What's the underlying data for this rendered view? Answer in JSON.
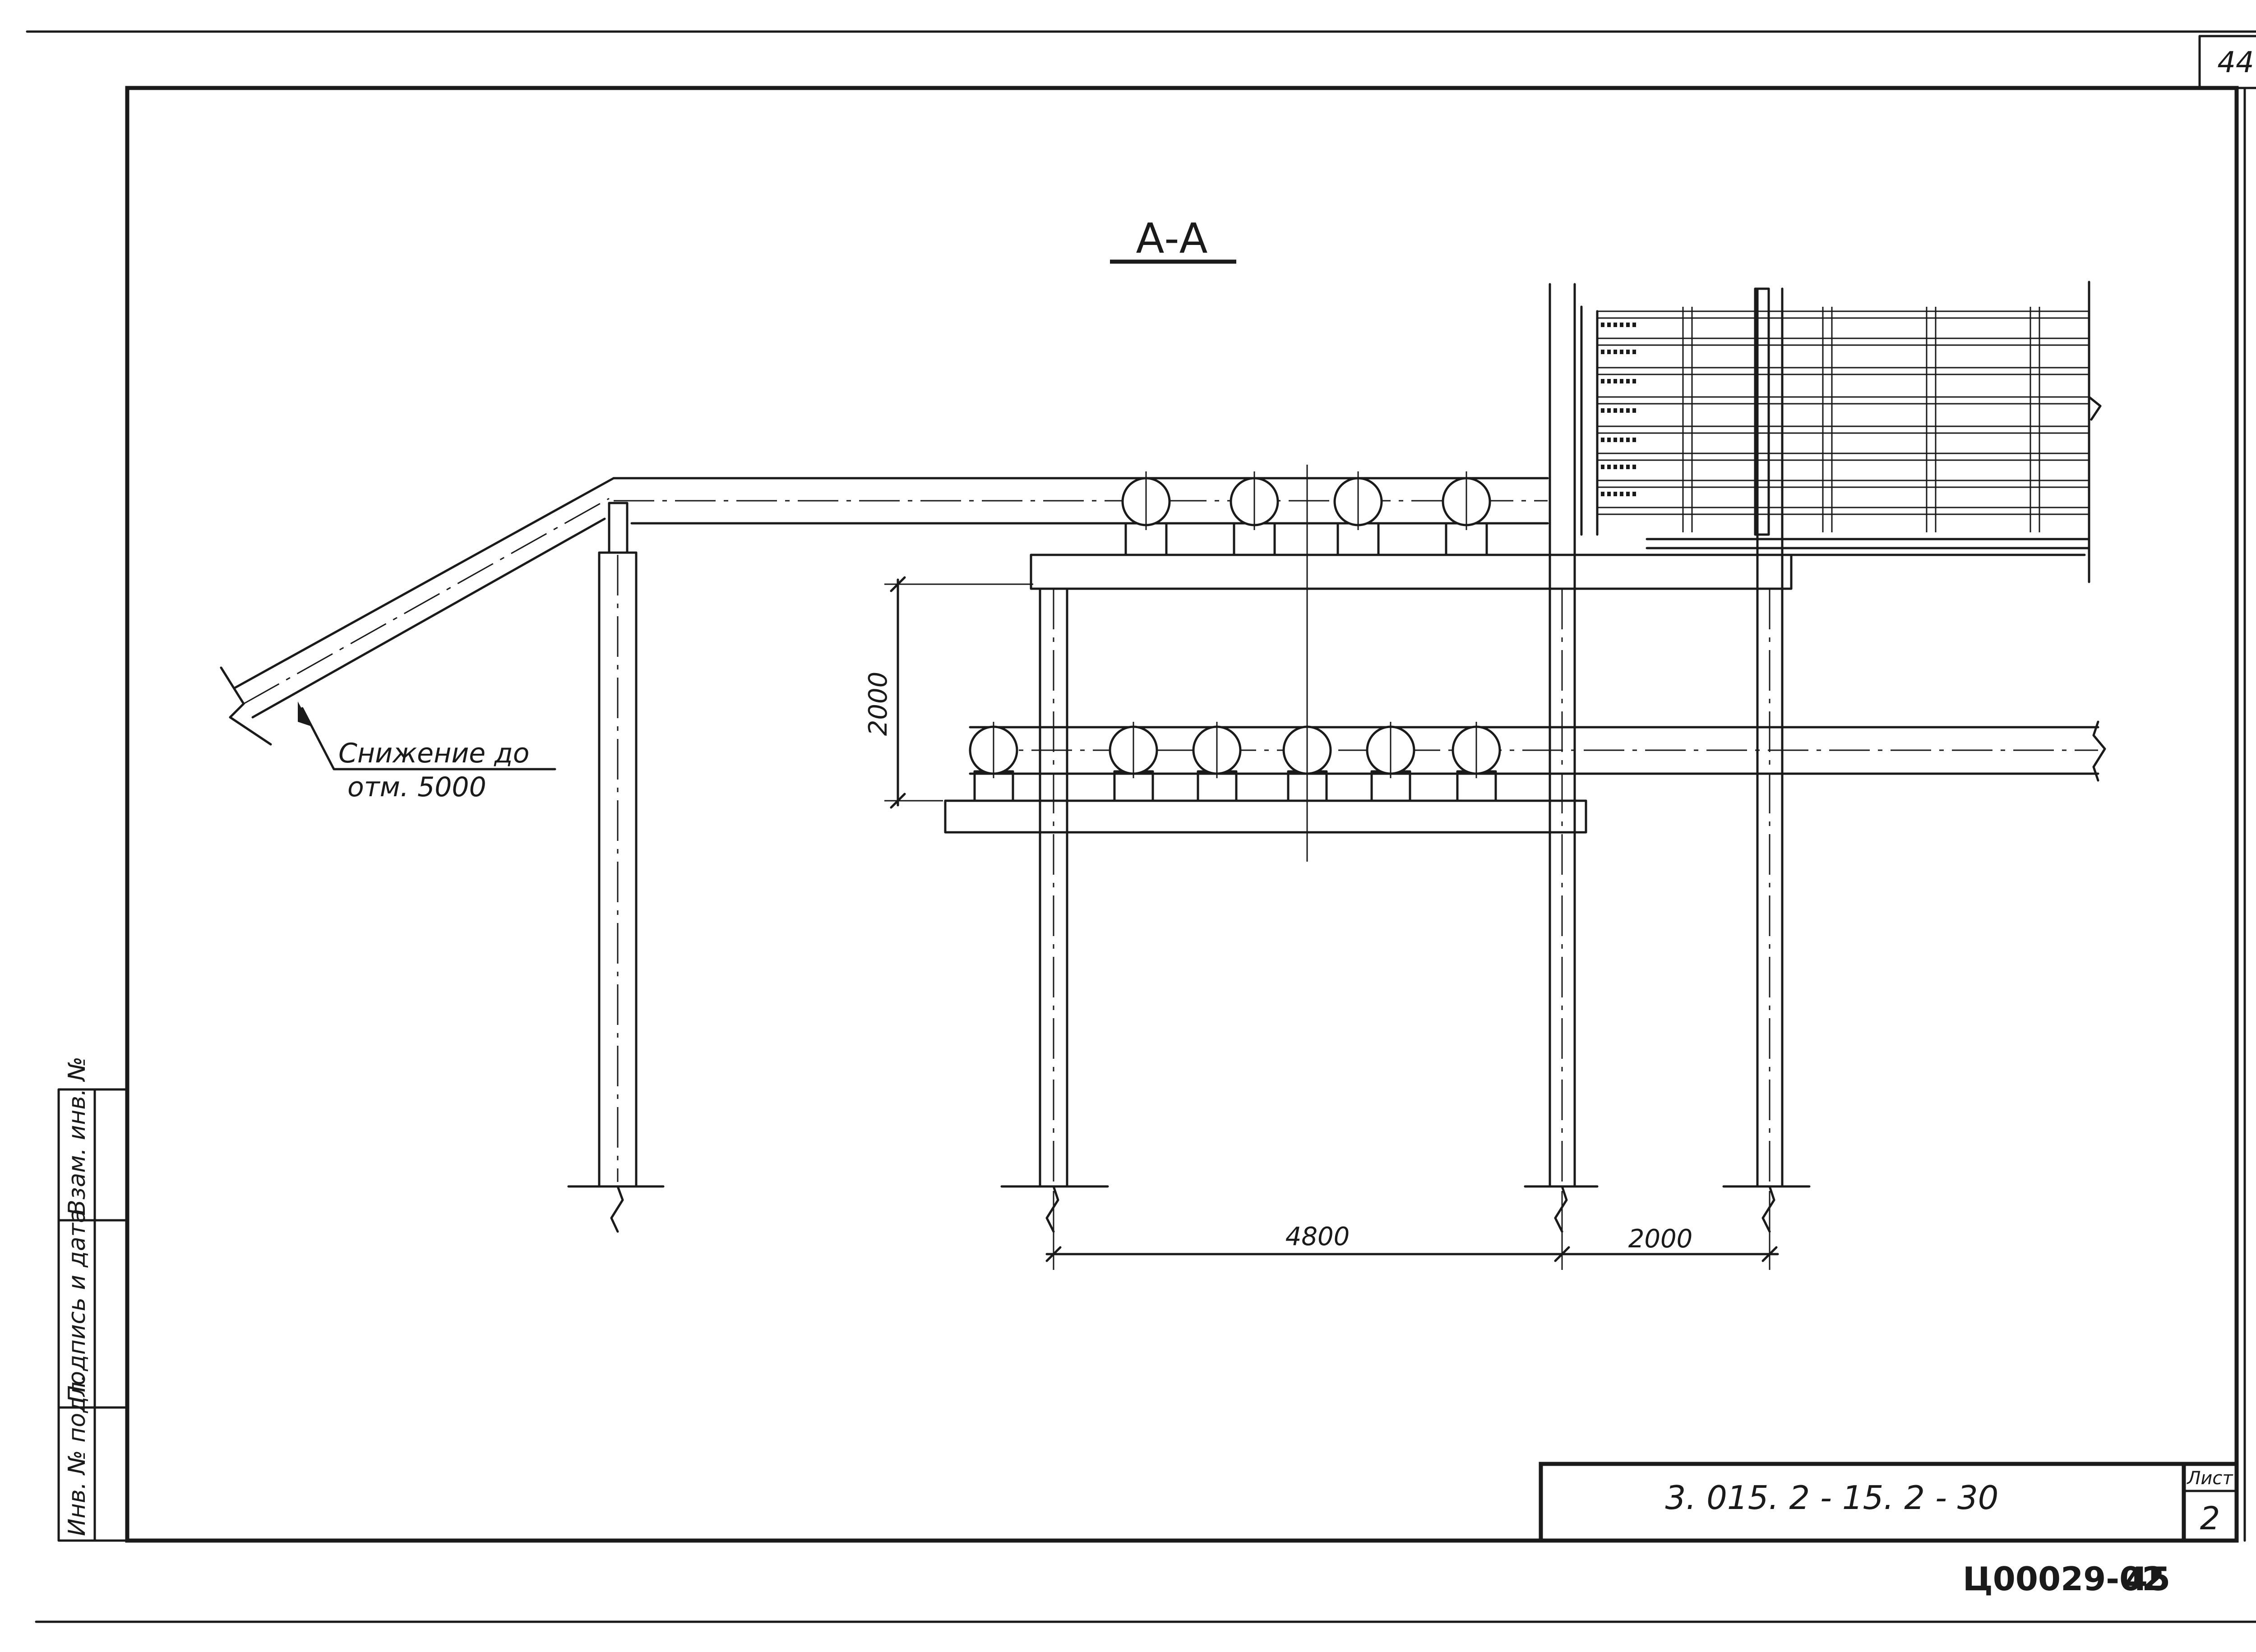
{
  "sheet": {
    "corner_number": "44",
    "section_title": "А-А",
    "note_line1": "Снижение до",
    "note_line2": "отм. 5000",
    "dim_vertical": "2000",
    "dim_span_left": "4800",
    "dim_span_right": "2000",
    "side_stamp": [
      "Инв. № подл.",
      "Подпись и дата",
      "Взам. инв. №"
    ],
    "title_block": {
      "document_code": "3. 015. 2 - 15. 2 - 30",
      "sheet_label": "Лист",
      "sheet_number": "2"
    },
    "archive_code": "Ц00029-02",
    "page_number": "45"
  },
  "pipes": {
    "upper_tier_count": 4,
    "lower_tier_count": 6
  }
}
